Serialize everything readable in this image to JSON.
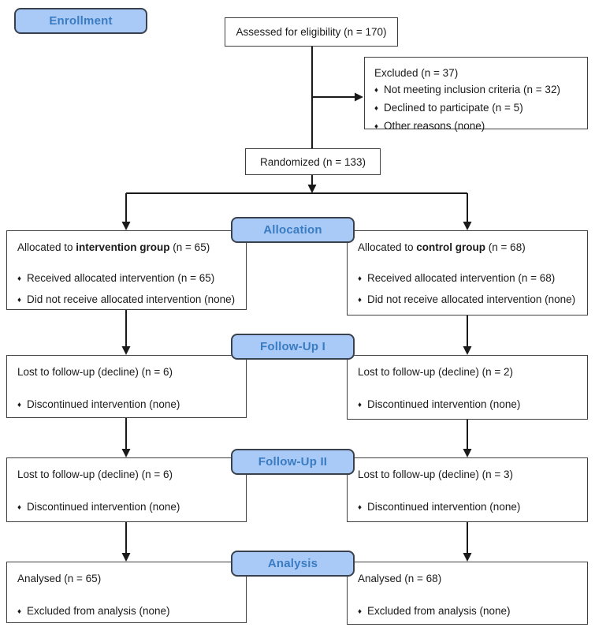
{
  "bullet_char": "♦",
  "colors": {
    "label_fill": "#a9c9f7",
    "label_border": "#39414d",
    "label_text": "#3a7cc1",
    "box_border": "#3f3f3f",
    "line": "#1a1a1a"
  },
  "stage_labels": {
    "enrollment": "Enrollment",
    "allocation": "Allocation",
    "followup1": "Follow-Up I",
    "followup2": "Follow-Up II",
    "analysis": "Analysis"
  },
  "boxes": {
    "assessed": {
      "text": "Assessed for eligibility (n = 170)"
    },
    "excluded": {
      "title": "Excluded (n = 37)",
      "items": [
        "Not meeting inclusion criteria (n = 32)",
        "Declined to participate (n = 5)",
        "Other reasons (none)"
      ]
    },
    "randomized": {
      "text": "Randomized (n = 133)"
    },
    "alloc_left": {
      "heading_prefix": "Allocated to ",
      "heading_bold": "intervention group",
      "heading_suffix": " (n = 65)",
      "items": [
        "Received allocated intervention (n = 65)",
        "Did not receive allocated intervention (none)"
      ]
    },
    "alloc_right": {
      "heading_prefix": "Allocated to ",
      "heading_bold": "control group",
      "heading_suffix": " (n = 68)",
      "items": [
        "Received allocated intervention (n = 68)",
        "Did not receive allocated intervention (none)"
      ]
    },
    "fu1_left": {
      "title": "Lost to follow-up (decline) (n = 6)",
      "items": [
        "Discontinued intervention (none)"
      ]
    },
    "fu1_right": {
      "title": "Lost to follow-up (decline) (n = 2)",
      "items": [
        "Discontinued intervention (none)"
      ]
    },
    "fu2_left": {
      "title": "Lost to follow-up (decline) (n = 6)",
      "items": [
        "Discontinued intervention (none)"
      ]
    },
    "fu2_right": {
      "title": "Lost to follow-up (decline) (n = 3)",
      "items": [
        "Discontinued intervention (none)"
      ]
    },
    "analysis_left": {
      "title": "Analysed (n = 65)",
      "items": [
        "Excluded from analysis (none)"
      ]
    },
    "analysis_right": {
      "title": "Analysed (n = 68)",
      "items": [
        "Excluded from analysis (none)"
      ]
    }
  }
}
